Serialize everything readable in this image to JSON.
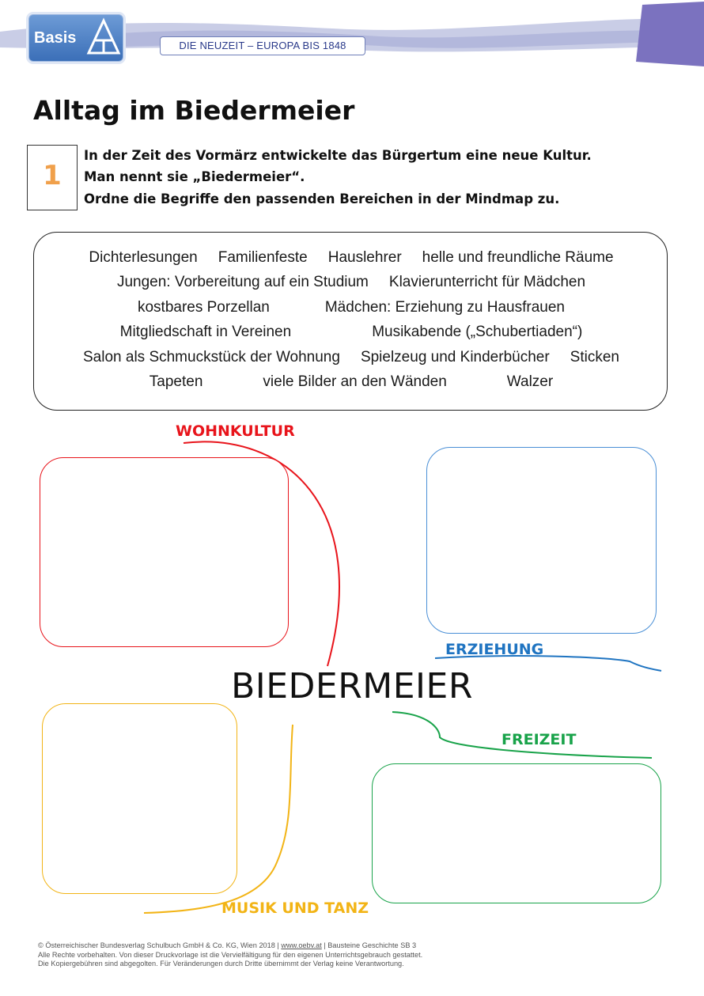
{
  "header": {
    "logo_text": "Basis",
    "chapter": "DIE NEUZEIT – EUROPA BIS 1848"
  },
  "title": "Alltag im Biedermeier",
  "task": {
    "number": "1",
    "lines": [
      "In der Zeit des Vormärz entwickelte das Bürgertum eine neue Kultur.",
      "Man nennt sie „Biedermeier“.",
      "Ordne die Begriffe den passenden Bereichen in der Mindmap zu."
    ]
  },
  "terms": {
    "row1": [
      "Dichterlesungen",
      "Familienfeste",
      "Hauslehrer",
      "helle und freundliche Räume"
    ],
    "row2": [
      "Jungen: Vorbereitung auf ein Studium",
      "Klavierunterricht für Mädchen"
    ],
    "row3": [
      "kostbares Porzellan",
      "Mädchen: Erziehung zu Hausfrauen"
    ],
    "row4": [
      "Mitgliedschaft in Vereinen",
      "Musikabende („Schubertiaden“)"
    ],
    "row5": [
      "Salon als Schmuckstück der Wohnung",
      "Spielzeug und Kinderbücher",
      "Sticken"
    ],
    "row6": [
      "Tapeten",
      "viele Bilder an den Wänden",
      "Walzer"
    ]
  },
  "mindmap": {
    "center": "BIEDERMEIER",
    "categories": {
      "wohnkultur": "WOHNKULTUR",
      "erziehung": "ERZIEHUNG",
      "freizeit": "FREIZEIT",
      "musik": "MUSIK UND TANZ"
    },
    "colors": {
      "wohnkultur": "#e8141b",
      "erziehung": "#1f74c1",
      "freizeit": "#19a34a",
      "musik": "#f2b416"
    }
  },
  "footer": {
    "line1_a": "© Österreichischer Bundesverlag Schulbuch GmbH & Co. KG, Wien 2018 | ",
    "line1_link": "www.oebv.at",
    "line1_b": " | Bausteine Geschichte SB 3",
    "line2": "Alle Rechte vorbehalten. Von dieser Druckvorlage ist die Vervielfältigung für den eigenen Unterrichtsgebrauch gestattet.",
    "line3": "Die Kopiergebühren sind abgegolten. Für Veränderungen durch Dritte übernimmt der Verlag keine Verantwortung."
  }
}
